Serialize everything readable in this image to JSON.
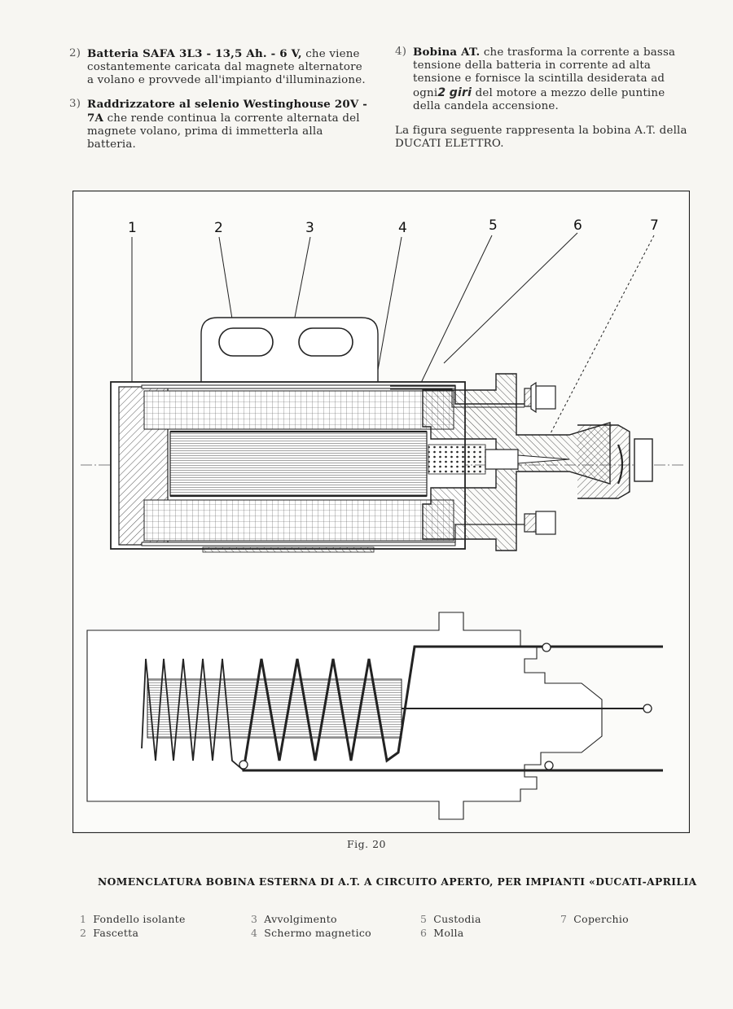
{
  "left_column": [
    {
      "num": "2)",
      "bold": "Batteria SAFA 3L3 - 13,5 Ah. - 6 V,",
      "text": "che viene costantemente caricata dal magnete alternatore a volano e provvede all'impianto d'illuminazione."
    },
    {
      "num": "3)",
      "bold": "Raddrizzatore al selenio Westinghouse 20V - 7A",
      "text": "che rende continua la corrente alternata del magnete volano, prima di immetterla alla batteria."
    }
  ],
  "right_column": {
    "item": {
      "num": "4)",
      "bold": "Bobina AT.",
      "text_a": "che trasforma la corrente a bassa tensione della batteria in corrente ad alta tensione e fornisce la scintilla desiderata ad ogni",
      "hand_a": "2",
      "text_b": "",
      "hand_b": "giri",
      "text_c": "del motore a mezzo delle puntine della candela accensione."
    },
    "paragraph": "La figura seguente rappresenta la bobina A.T. della DUCATI ELETTRO."
  },
  "figure": {
    "callouts": [
      "1",
      "2",
      "3",
      "4",
      "5",
      "6",
      "7"
    ],
    "caption": "Fig. 20"
  },
  "nomenclature": {
    "title": "NOMENCLATURA BOBINA ESTERNA DI A.T. A CIRCUITO APERTO, PER IMPIANTI «DUCATI-APRILIA",
    "columns": [
      [
        {
          "n": "1",
          "label": "Fondello isolante"
        },
        {
          "n": "2",
          "label": "Fascetta"
        }
      ],
      [
        {
          "n": "3",
          "label": "Avvolgimento"
        },
        {
          "n": "4",
          "label": "Schermo magnetico"
        }
      ],
      [
        {
          "n": "5",
          "label": "Custodia"
        },
        {
          "n": "6",
          "label": "Molla"
        }
      ],
      [
        {
          "n": "7",
          "label": "Coperchio"
        }
      ]
    ]
  }
}
